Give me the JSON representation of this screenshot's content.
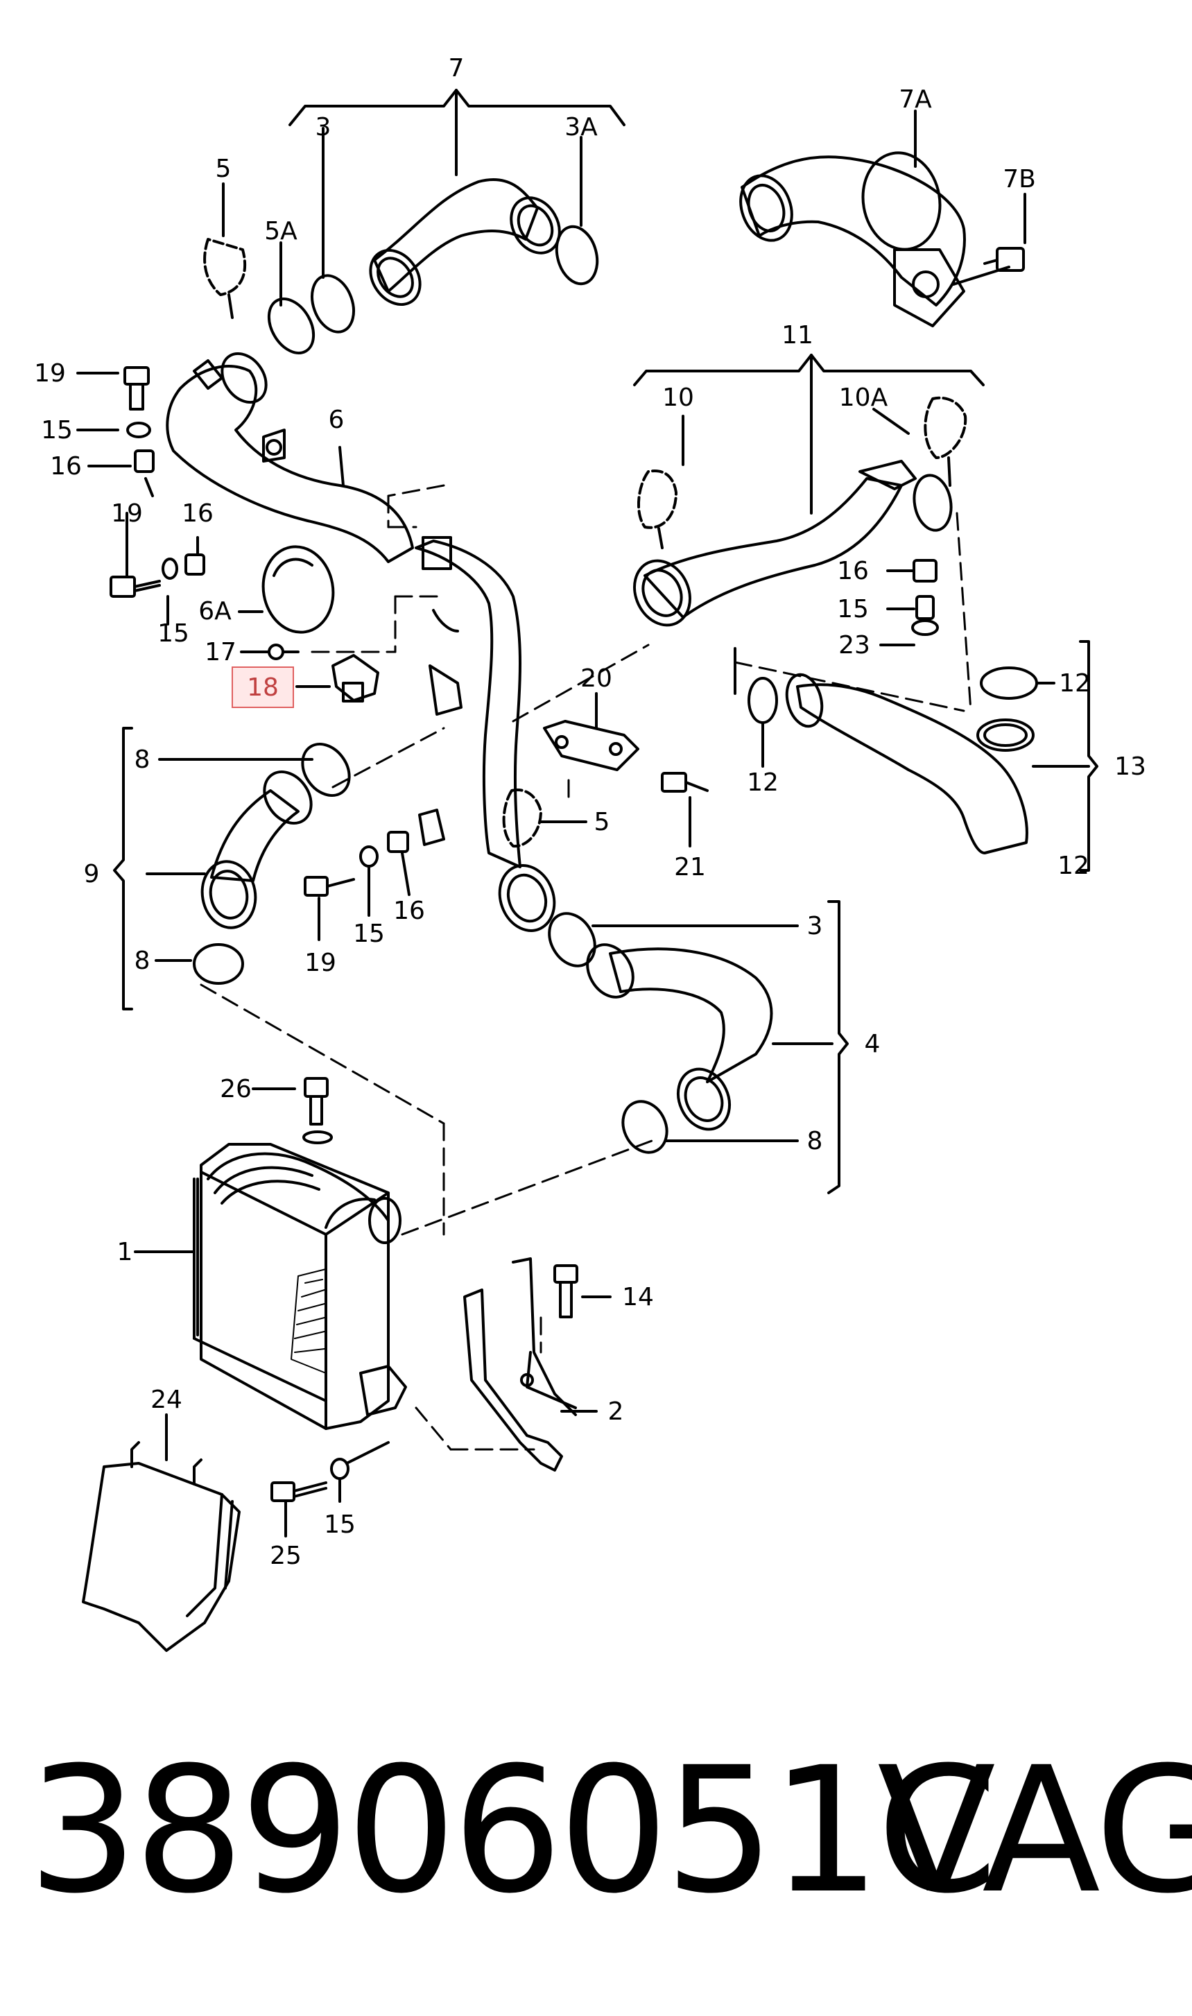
{
  "callouts": [
    {
      "id": "c7",
      "label": "7"
    },
    {
      "id": "c3a",
      "label": "3"
    },
    {
      "id": "c3A",
      "label": "3A"
    },
    {
      "id": "c5a",
      "label": "5"
    },
    {
      "id": "c5A",
      "label": "5A"
    },
    {
      "id": "c7A",
      "label": "7A"
    },
    {
      "id": "c7B",
      "label": "7B"
    },
    {
      "id": "c19a",
      "label": "19"
    },
    {
      "id": "c15a",
      "label": "15"
    },
    {
      "id": "c16a",
      "label": "16"
    },
    {
      "id": "c6",
      "label": "6"
    },
    {
      "id": "c11",
      "label": "11"
    },
    {
      "id": "c10",
      "label": "10"
    },
    {
      "id": "c10A",
      "label": "10A"
    },
    {
      "id": "c19b",
      "label": "19"
    },
    {
      "id": "c16b",
      "label": "16"
    },
    {
      "id": "c6A",
      "label": "6A"
    },
    {
      "id": "c15b",
      "label": "15"
    },
    {
      "id": "c17",
      "label": "17"
    },
    {
      "id": "c18",
      "label": "18"
    },
    {
      "id": "c16c",
      "label": "16"
    },
    {
      "id": "c15c",
      "label": "15"
    },
    {
      "id": "c23",
      "label": "23"
    },
    {
      "id": "c20",
      "label": "20"
    },
    {
      "id": "c12a",
      "label": "12"
    },
    {
      "id": "c13",
      "label": "13"
    },
    {
      "id": "c12b",
      "label": "12"
    },
    {
      "id": "c12c",
      "label": "12"
    },
    {
      "id": "c8a",
      "label": "8"
    },
    {
      "id": "c9",
      "label": "9"
    },
    {
      "id": "c5b",
      "label": "5"
    },
    {
      "id": "c21",
      "label": "21"
    },
    {
      "id": "c19c",
      "label": "19"
    },
    {
      "id": "c15d",
      "label": "15"
    },
    {
      "id": "c16d",
      "label": "16"
    },
    {
      "id": "c8b",
      "label": "8"
    },
    {
      "id": "c3b",
      "label": "3"
    },
    {
      "id": "c4",
      "label": "4"
    },
    {
      "id": "c26",
      "label": "26"
    },
    {
      "id": "c8c",
      "label": "8"
    },
    {
      "id": "c1",
      "label": "1"
    },
    {
      "id": "c14",
      "label": "14"
    },
    {
      "id": "c2",
      "label": "2"
    },
    {
      "id": "c24",
      "label": "24"
    },
    {
      "id": "c15e",
      "label": "15"
    },
    {
      "id": "c25",
      "label": "25"
    }
  ],
  "highlight_label": "18",
  "part_number": "38906051C",
  "brand": "VAG"
}
